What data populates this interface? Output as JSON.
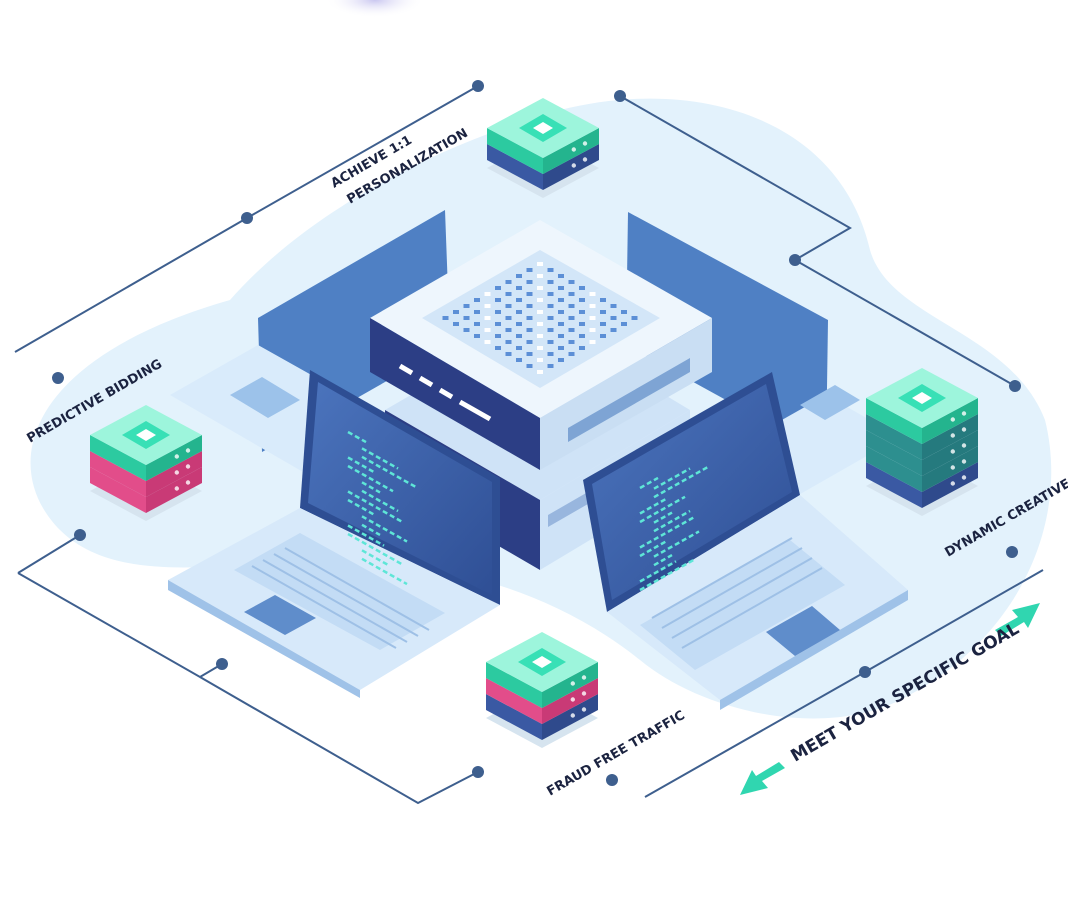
{
  "labels": {
    "personalization_line1": "ACHIEVE 1:1",
    "personalization_line2": "PERSONALIZATION",
    "predictive_bidding": "PREDICTIVE BIDDING",
    "dynamic_creatives": "DYNAMIC CREATIVES",
    "fraud_free_traffic": "FRAUD FREE TRAFFIC",
    "goal": "MEET YOUR SPECIFIC GOAL"
  },
  "icons": {
    "arrows": "double-arrow-icon",
    "servers": "server-stack-icon",
    "laptops": "laptop-icon",
    "hub": "central-server-icon"
  },
  "colors": {
    "blob": "#e3f2fc",
    "line": "#3e5f8e",
    "node": "#3e5f8e",
    "mint": "#38e0b6",
    "mint_light": "#9df5dc",
    "pink": "#e24d8a",
    "navy": "#2c3e85",
    "laptop_screen": "#3f66ae",
    "laptop_body": "#d7e9fa",
    "code": "#5ee6d7",
    "arrow": "#30d6b0"
  }
}
